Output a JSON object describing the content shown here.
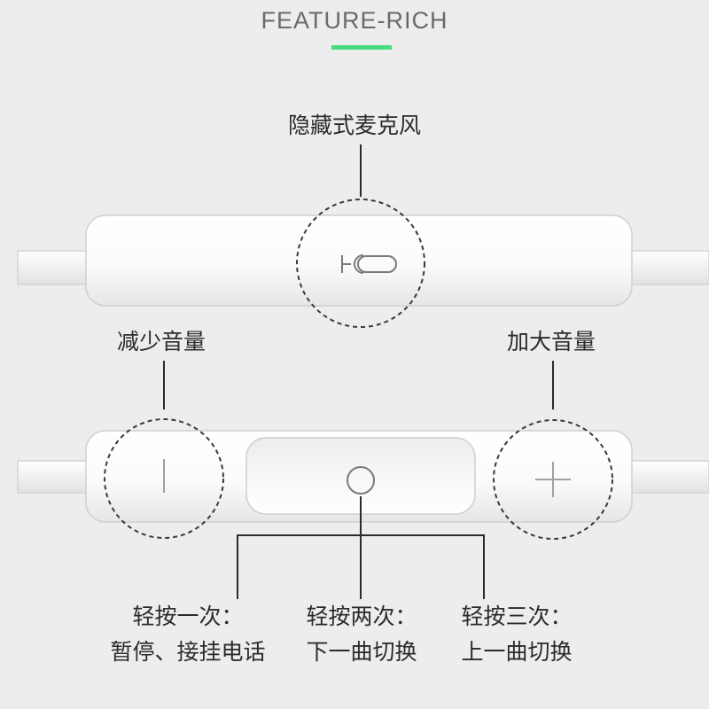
{
  "header": {
    "title": "FEATURE-RICH",
    "accent_color": "#49dd82"
  },
  "labels": {
    "microphone": "隐藏式麦克风",
    "volume_down": "减少音量",
    "volume_up": "加大音量"
  },
  "buttons": {
    "minus_symbol": "icon: minus-line",
    "plus_symbol": "icon: plus-cross"
  },
  "actions": {
    "single_press": {
      "title": "轻按一次：",
      "desc": "暂停、接挂电话"
    },
    "double_press": {
      "title": "轻按两次：",
      "desc": "下一曲切换"
    },
    "triple_press": {
      "title": "轻按三次：",
      "desc": "上一曲切换"
    }
  }
}
